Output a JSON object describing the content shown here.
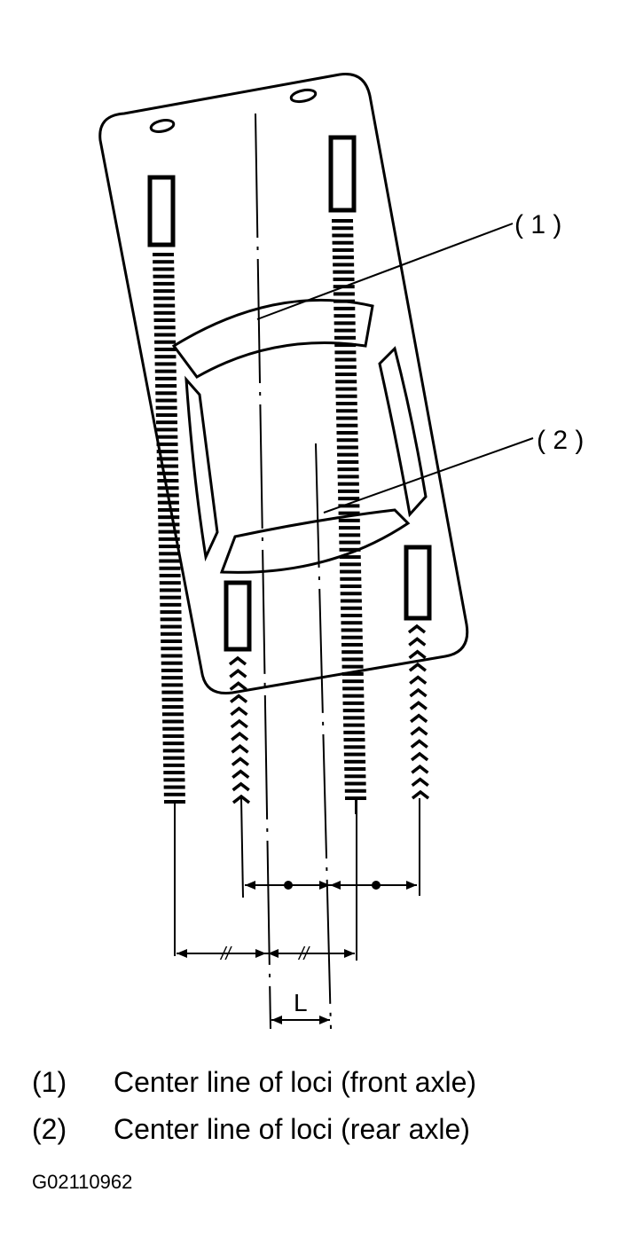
{
  "callouts": [
    {
      "num": "(1)",
      "text": "Center line of loci (front axle)"
    },
    {
      "num": "(2)",
      "text": "Center line of loci (rear axle)"
    }
  ],
  "callout_markers": [
    "( 1 )",
    "( 2 )"
  ],
  "dimension_label": "L",
  "dimension_tick_marks": [
    "//",
    "//"
  ],
  "figure_code": "G02110962"
}
